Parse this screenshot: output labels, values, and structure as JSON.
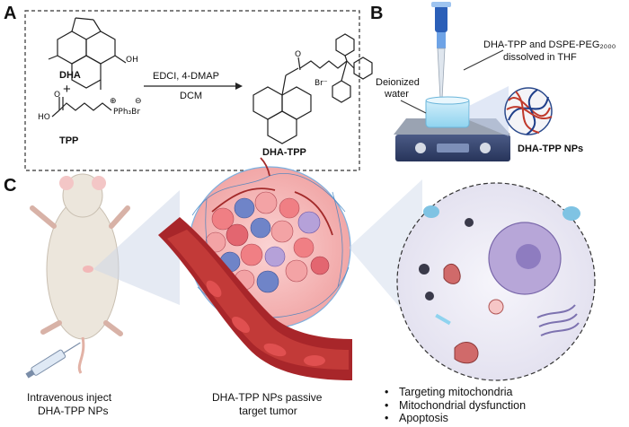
{
  "panels": {
    "a": "A",
    "b": "B",
    "c": "C"
  },
  "panel_a": {
    "reactant1": "DHA",
    "plus": "+",
    "reactant2": "TPP",
    "reagents": "EDCI, 4-DMAP",
    "solvent": "DCM",
    "product": "DHA-TPP",
    "atoms": {
      "oh": "OH",
      "o": "O",
      "ho": "HO",
      "pph3br": "PPh₃Br",
      "plus_charge": "⊕",
      "minus_charge": "⊖",
      "br_minus": "Br⁻"
    }
  },
  "panel_b": {
    "dissolved_label_line1": "DHA-TPP and DSPE-PEG₂₀₀₀",
    "dissolved_label_line2": "dissolved in THF",
    "water_label_line1": "Deionized",
    "water_label_line2": "water",
    "nps_label": "DHA-TPP NPs"
  },
  "panel_c": {
    "mouse_caption_line1": "Intravenous inject",
    "mouse_caption_line2": "DHA-TPP NPs",
    "tumor_caption_line1": "DHA-TPP NPs passive",
    "tumor_caption_line2": "target tumor",
    "bullets": [
      "Targeting mitochondria",
      "Mitochondrial dysfunction",
      "Apoptosis"
    ]
  },
  "colors": {
    "vessel": "#a8262a",
    "tumor": "#f09a9a",
    "blue_cell": "#6f84c8",
    "capillary": "#3a7fc0",
    "cell_bg": "#efeef7",
    "nucleus": "#b7a6d8",
    "mito": "#d06a6a"
  }
}
